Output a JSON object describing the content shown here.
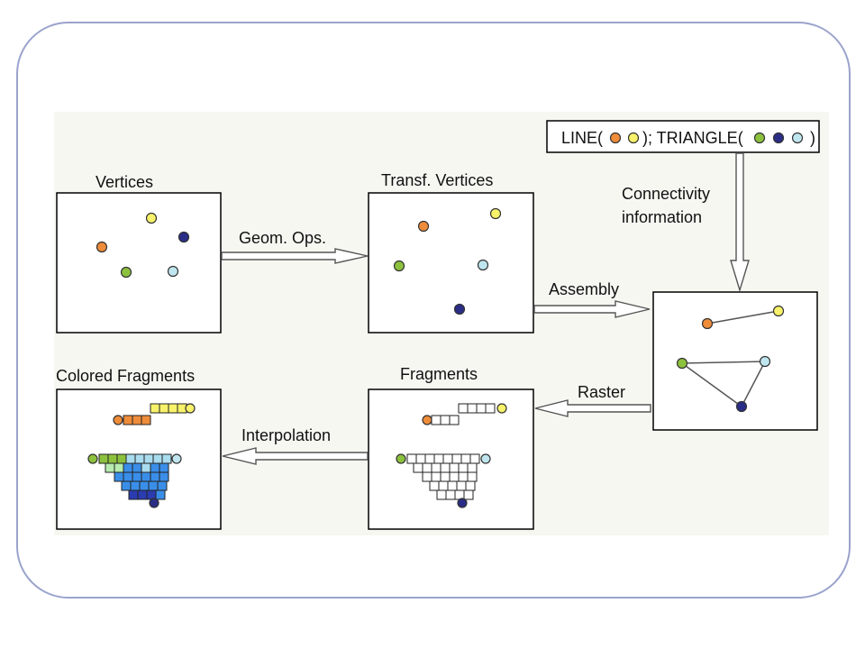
{
  "colors": {
    "orange": "#ee8c3a",
    "yellow": "#f7f26a",
    "navy": "#2a2d86",
    "green": "#8cc13e",
    "light_blue": "#bfe6ee",
    "frame": "#9aa3cc",
    "panel_bg": "#f7f7f2",
    "frag_green": "#8cc13e",
    "frag_lightgreen": "#b7ecae",
    "frag_lightblue": "#a9dcef",
    "frag_blue": "#3a8ee8",
    "frag_darkblue": "#2b3cb0",
    "frag_orange": "#ee8c3a",
    "frag_yellow": "#f7f26a"
  },
  "labels": {
    "vertices": "Vertices",
    "transf_vertices": "Transf. Vertices",
    "colored_fragments": "Colored Fragments",
    "fragments": "Fragments",
    "geom_ops": "Geom. Ops.",
    "assembly": "Assembly",
    "raster": "Raster",
    "interpolation": "Interpolation",
    "connectivity_line1": "Connectivity",
    "connectivity_line2": "information"
  },
  "connectivity_box": {
    "line_text": "LINE(",
    "line_close": "); TRIANGLE(",
    "triangle_close": ")",
    "line_dots": [
      "orange",
      "yellow"
    ],
    "triangle_dots": [
      "green",
      "navy",
      "light_blue"
    ]
  },
  "icons": {
    "arrow": "hollow-arrow",
    "vertex": "circle-dot",
    "fragment": "square-cell"
  }
}
